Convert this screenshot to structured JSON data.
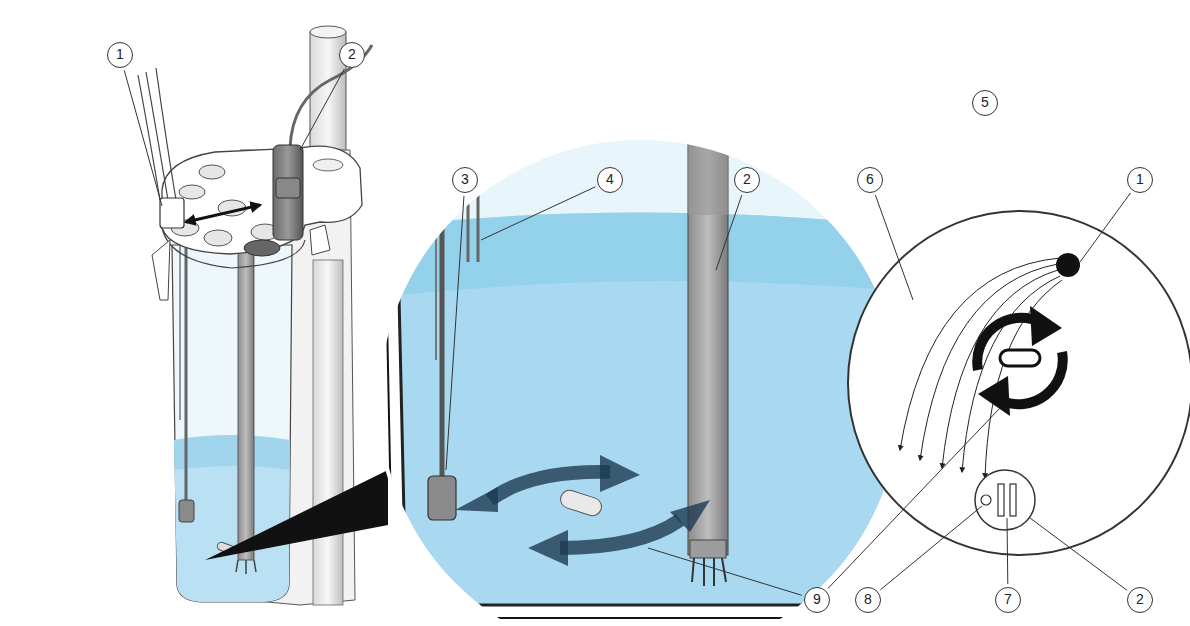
{
  "diagram": {
    "labels": [
      "1",
      "2",
      "5",
      "3",
      "4",
      "2",
      "6",
      "1",
      "9",
      "8",
      "7",
      "2"
    ]
  }
}
